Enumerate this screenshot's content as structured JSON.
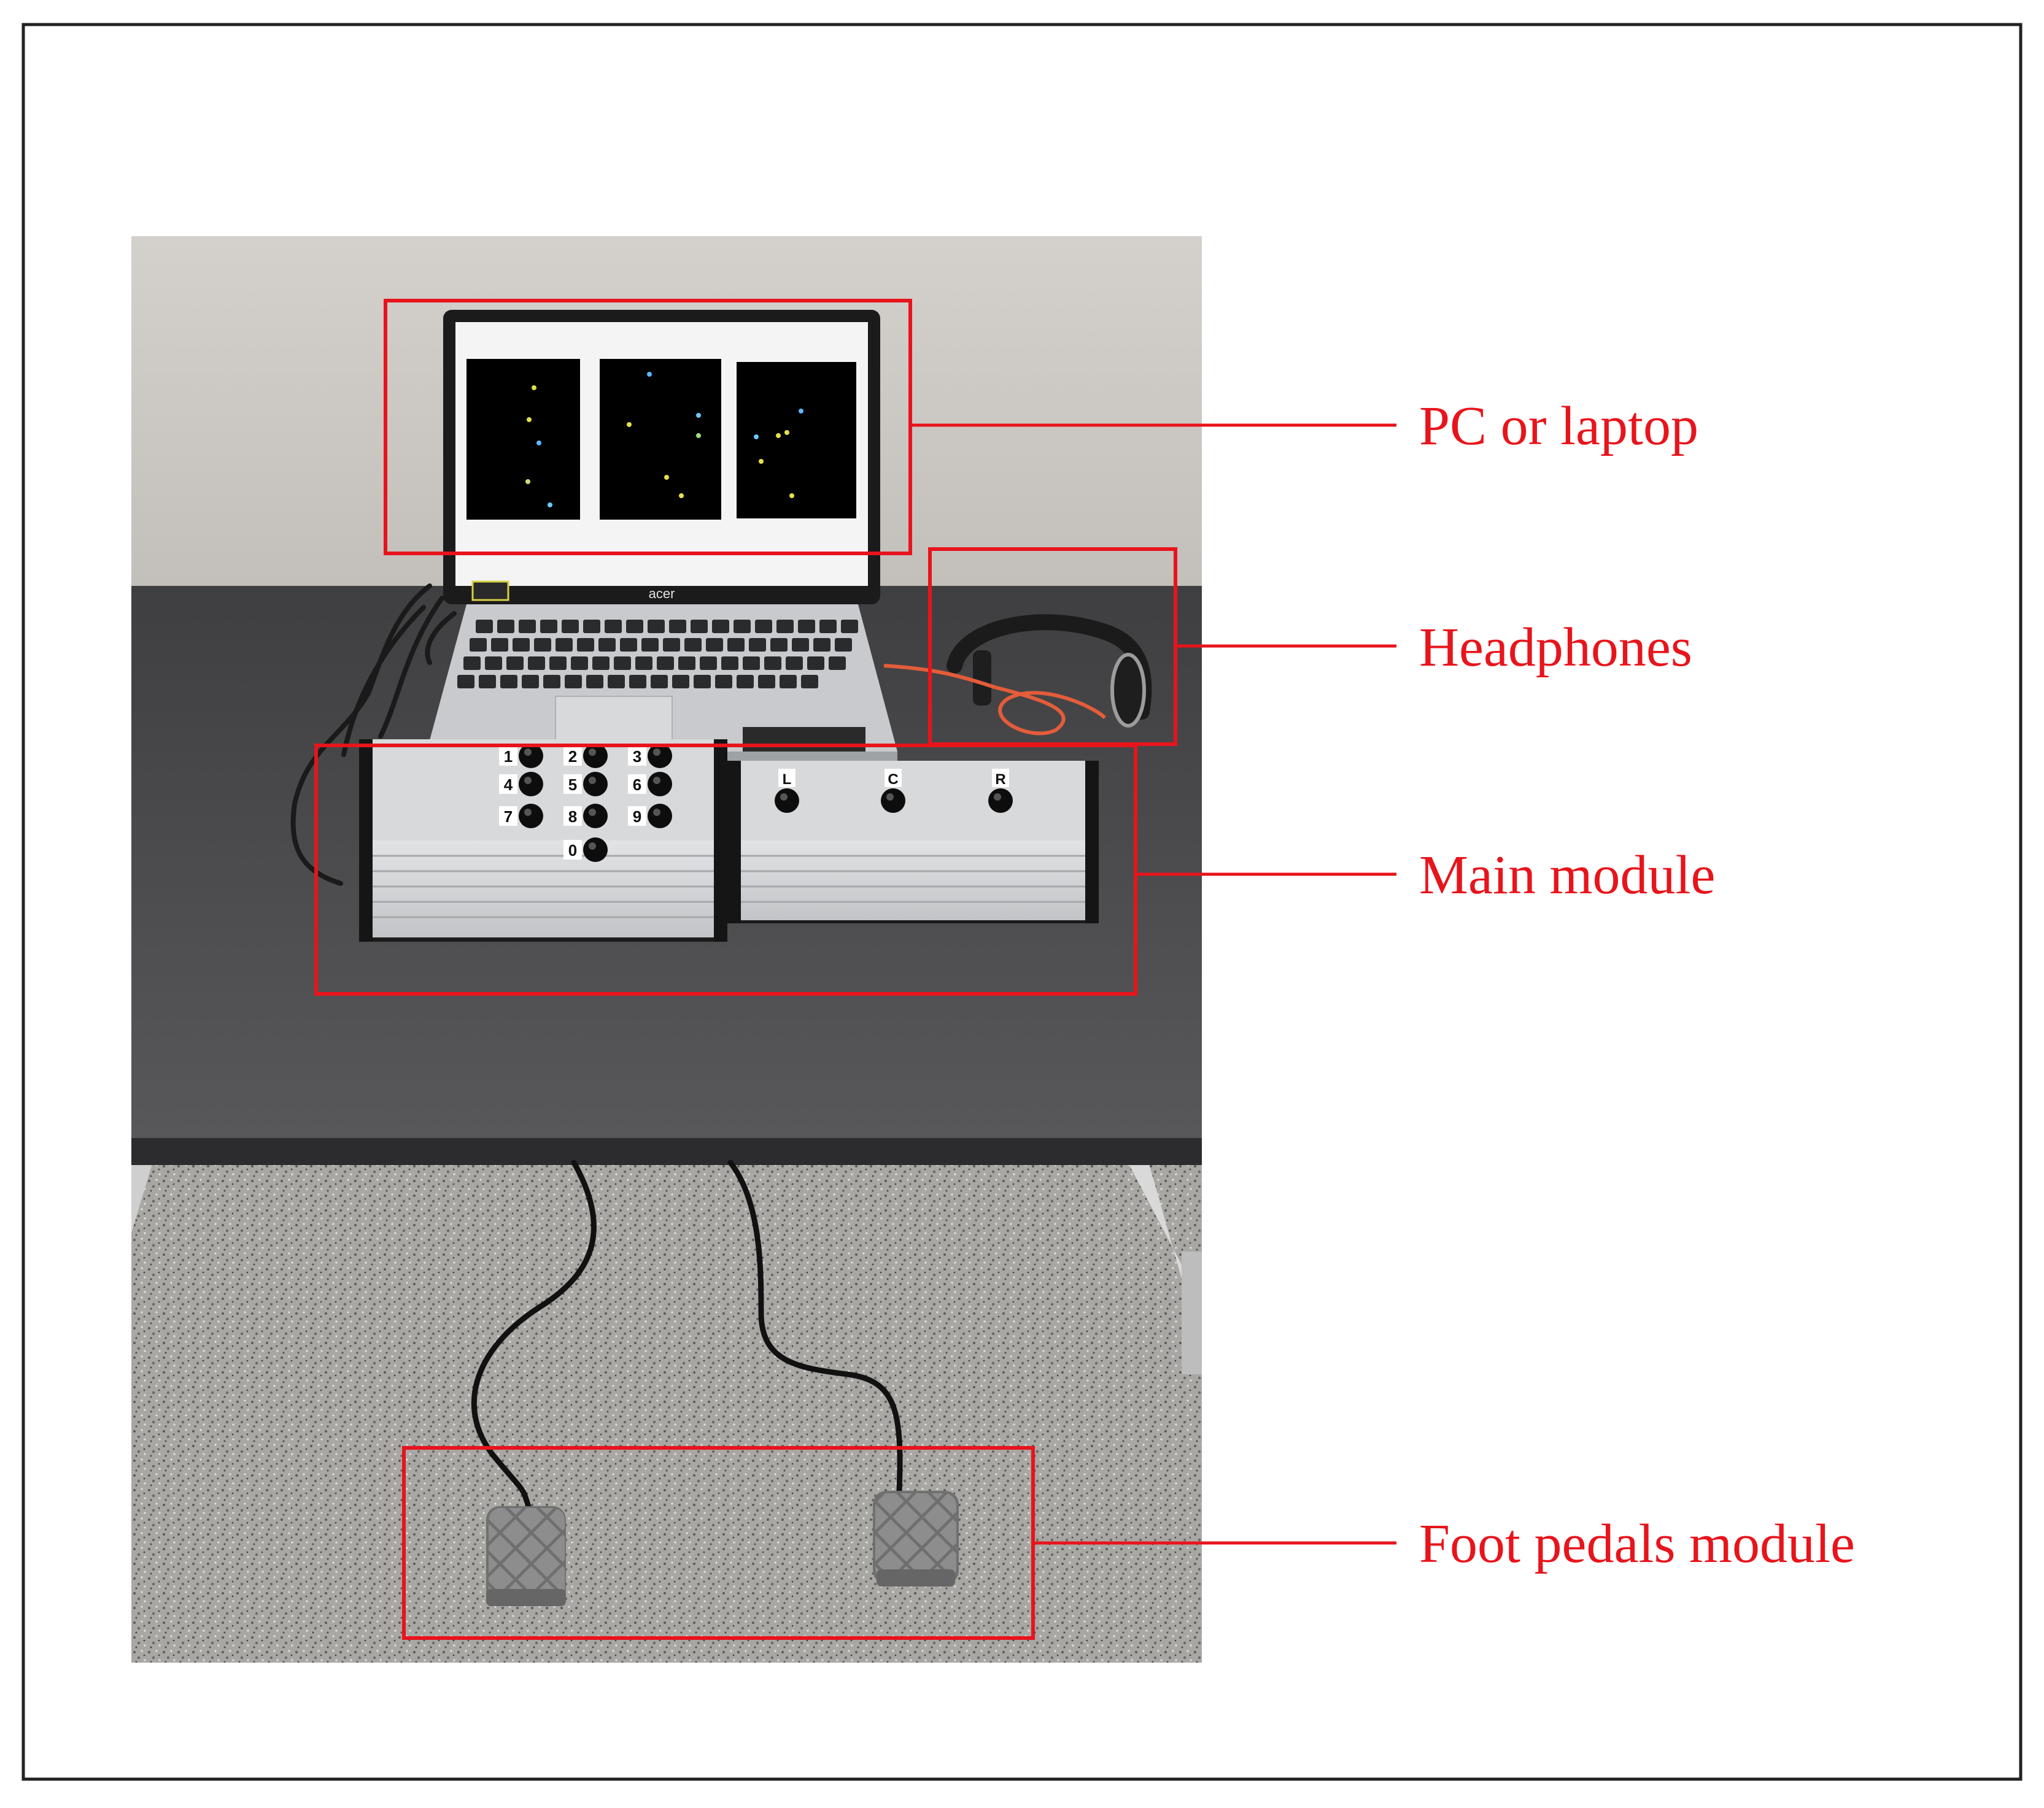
{
  "figure": {
    "colors": {
      "annotation": "#e8141c",
      "frame": "#222222",
      "wall": "#cfcbc6",
      "table": "#4f4f51",
      "floor": "#a8a6a3",
      "aluminium": "#cfd1d3",
      "screen": "#000000"
    },
    "photo": {
      "keypad_keys": [
        "1",
        "2",
        "3",
        "4",
        "5",
        "6",
        "7",
        "8",
        "9",
        "0"
      ],
      "direction_keys": [
        "L",
        "C",
        "R"
      ],
      "laptop_brand": "acer"
    },
    "callouts": [
      {
        "id": "pc",
        "label": "PC or laptop"
      },
      {
        "id": "headphones",
        "label": "Headphones"
      },
      {
        "id": "main",
        "label": "Main module"
      },
      {
        "id": "pedals",
        "label": "Foot pedals module"
      }
    ]
  }
}
